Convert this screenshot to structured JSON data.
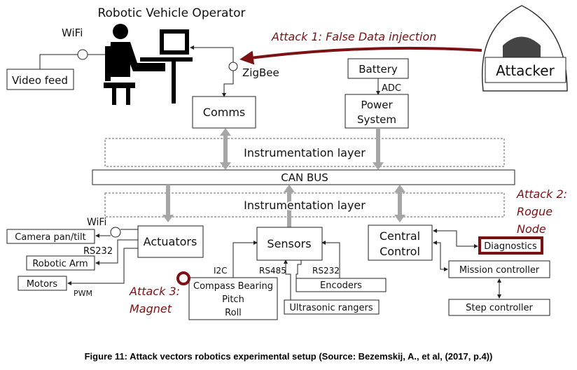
{
  "diagram": {
    "operator_title": "Robotic Vehicle Operator",
    "wifi_top": "WiFi",
    "video_feed": "Video feed",
    "zigbee": "ZigBee",
    "comms": "Comms",
    "battery": "Battery",
    "adc": "ADC",
    "power_system": [
      "Power",
      "System"
    ],
    "attacker": "Attacker",
    "attack1": "Attack 1: False Data injection",
    "instrumentation_top": "Instrumentation layer",
    "can_bus": "CAN BUS",
    "instrumentation_bottom": "Instrumentation layer",
    "attack2": [
      "Attack 2:",
      "Rogue",
      "Node"
    ],
    "actuators": "Actuators",
    "sensors": "Sensors",
    "central_control": [
      "Central",
      "Control"
    ],
    "wifi_actuators": "WiFi",
    "camera": "Camera pan/tilt",
    "rs232_left": "RS232",
    "robotic_arm": "Robotic Arm",
    "motors": "Motors",
    "pwm": "PWM",
    "attack3": [
      "Attack 3:",
      "Magnet"
    ],
    "compass": [
      "Compass Bearing",
      "Pitch",
      "Roll"
    ],
    "i2c": "I2C",
    "rs485": "RS485",
    "rs232_right": "RS232",
    "encoders": "Encoders",
    "ultrasonic": "Ultrasonic rangers",
    "diagnostics": "Diagnostics",
    "mission_controller": "Mission controller",
    "step_controller": "Step controller"
  },
  "caption": "Figure 11: Attack vectors robotics experimental setup (Source: Bezemskij, A., et al, (2017, p.4))",
  "colors": {
    "attack": "#7b1113",
    "bus_arrow": "#a6a6a6"
  }
}
